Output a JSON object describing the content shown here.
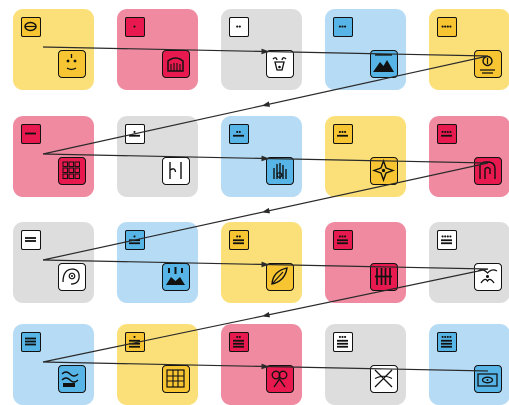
{
  "palette": {
    "yellow": "#fbe07a",
    "pink": "#ef8aa0",
    "gray": "#dddddd",
    "blue": "#b6dbf4",
    "badge_yellow": "#f7c531",
    "badge_pink": "#e8194f",
    "badge_gray": "#ffffff",
    "badge_blue": "#56b5e6",
    "glyph_yellow": "#f7c531",
    "glyph_pink": "#e8194f",
    "glyph_gray": "#ffffff",
    "glyph_blue": "#56b5e6"
  },
  "rows": [
    {
      "cells": [
        {
          "color": "yellow",
          "numeral": 0,
          "glyph": "face"
        },
        {
          "color": "pink",
          "numeral": 1,
          "glyph": "jar"
        },
        {
          "color": "gray",
          "numeral": 2,
          "glyph": "bull"
        },
        {
          "color": "blue",
          "numeral": 3,
          "glyph": "mountain"
        },
        {
          "color": "yellow",
          "numeral": 4,
          "glyph": "sun"
        }
      ]
    },
    {
      "cells": [
        {
          "color": "pink",
          "numeral": 5,
          "glyph": "grid"
        },
        {
          "color": "gray",
          "numeral": 6,
          "glyph": "door"
        },
        {
          "color": "blue",
          "numeral": 7,
          "glyph": "hand"
        },
        {
          "color": "yellow",
          "numeral": 8,
          "glyph": "star"
        },
        {
          "color": "pink",
          "numeral": 9,
          "glyph": "spiral"
        }
      ]
    },
    {
      "cells": [
        {
          "color": "gray",
          "numeral": 10,
          "glyph": "monkey"
        },
        {
          "color": "blue",
          "numeral": 11,
          "glyph": "temple"
        },
        {
          "color": "yellow",
          "numeral": 12,
          "glyph": "leaf"
        },
        {
          "color": "pink",
          "numeral": 13,
          "glyph": "columns"
        },
        {
          "color": "gray",
          "numeral": 14,
          "glyph": "flower"
        }
      ]
    },
    {
      "cells": [
        {
          "color": "blue",
          "numeral": 15,
          "glyph": "wave"
        },
        {
          "color": "yellow",
          "numeral": 16,
          "glyph": "mosaic"
        },
        {
          "color": "pink",
          "numeral": 17,
          "glyph": "knot"
        },
        {
          "color": "gray",
          "numeral": 18,
          "glyph": "cross"
        },
        {
          "color": "blue",
          "numeral": 19,
          "glyph": "bowl"
        }
      ]
    }
  ]
}
